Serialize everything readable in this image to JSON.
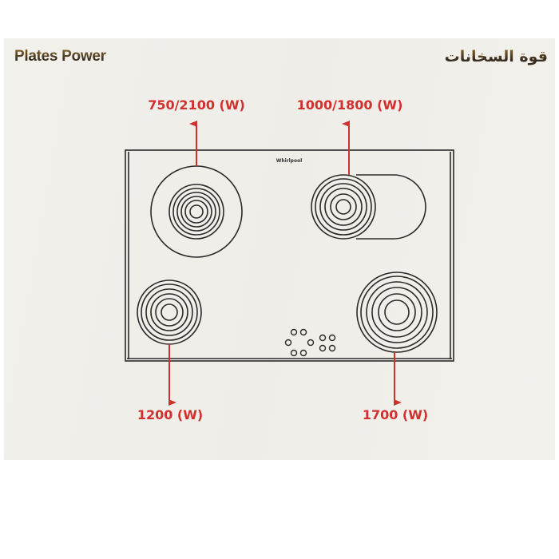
{
  "header": {
    "title_en": "Plates Power",
    "title_ar": "قوة السخانات"
  },
  "hob": {
    "brand": "Whirlpool"
  },
  "burners": [
    {
      "id": "top-left",
      "power": "750/2100 (W)"
    },
    {
      "id": "top-right",
      "power": "1000/1800 (W)"
    },
    {
      "id": "bottom-left",
      "power": "1200 (W)"
    },
    {
      "id": "bottom-right",
      "power": "1700 (W)"
    }
  ],
  "colors": {
    "accent": "#d0302e",
    "line": "#2a2a2a",
    "background": "#f1efea"
  }
}
